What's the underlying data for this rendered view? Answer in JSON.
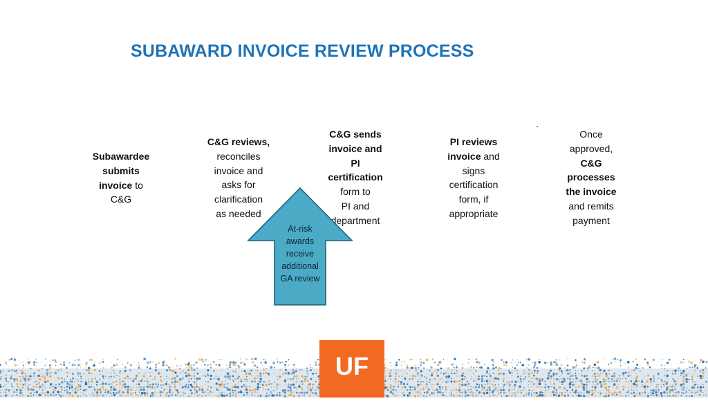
{
  "title": "SUBAWARD INVOICE REVIEW PROCESS",
  "steps": [
    {
      "id": "submit",
      "lines": [
        [
          {
            "t": "Subawardee",
            "b": true
          }
        ],
        [
          {
            "t": "submits",
            "b": true
          }
        ],
        [
          {
            "t": "invoice",
            "b": true
          },
          {
            "t": " to",
            "b": false
          }
        ],
        [
          {
            "t": "C&G",
            "b": false
          }
        ]
      ]
    },
    {
      "id": "review",
      "lines": [
        [
          {
            "t": "C&G reviews,",
            "b": true
          }
        ],
        [
          {
            "t": "reconciles",
            "b": false
          }
        ],
        [
          {
            "t": "invoice and",
            "b": false
          }
        ],
        [
          {
            "t": "asks for",
            "b": false
          }
        ],
        [
          {
            "t": "clarification",
            "b": false
          }
        ],
        [
          {
            "t": "as needed",
            "b": false
          }
        ]
      ]
    },
    {
      "id": "send",
      "lines": [
        [
          {
            "t": "C&G sends",
            "b": true
          }
        ],
        [
          {
            "t": "invoice and",
            "b": true
          }
        ],
        [
          {
            "t": "PI",
            "b": true
          }
        ],
        [
          {
            "t": "certification",
            "b": true
          }
        ],
        [
          {
            "t": "form to",
            "b": false
          }
        ],
        [
          {
            "t": "PI and",
            "b": false
          }
        ],
        [
          {
            "t": "department",
            "b": false
          }
        ]
      ]
    },
    {
      "id": "pi-review",
      "lines": [
        [
          {
            "t": "PI reviews",
            "b": true
          }
        ],
        [
          {
            "t": "invoice",
            "b": true
          },
          {
            "t": " and",
            "b": false
          }
        ],
        [
          {
            "t": "signs",
            "b": false
          }
        ],
        [
          {
            "t": "certification",
            "b": false
          }
        ],
        [
          {
            "t": "form, if",
            "b": false
          }
        ],
        [
          {
            "t": "appropriate",
            "b": false
          }
        ]
      ]
    },
    {
      "id": "process",
      "lines": [
        [
          {
            "t": "Once",
            "b": false
          }
        ],
        [
          {
            "t": "approved,",
            "b": false
          }
        ],
        [
          {
            "t": "C&G",
            "b": true
          }
        ],
        [
          {
            "t": "processes",
            "b": true
          }
        ],
        [
          {
            "t": "the invoice",
            "b": true
          }
        ],
        [
          {
            "t": "and remits",
            "b": false
          }
        ],
        [
          {
            "t": "payment",
            "b": false
          }
        ]
      ]
    }
  ],
  "callout": {
    "lines": [
      "At-risk",
      "awards",
      "receive",
      "additional",
      "GA review"
    ],
    "color": "#4babc6",
    "stroke": "#1e5f7a"
  },
  "logo": {
    "text": "UF",
    "color": "#f26a21"
  },
  "colors": {
    "title": "#1f73b7",
    "band_blue": "#2e6fa8",
    "band_orange": "#f0a33b"
  }
}
